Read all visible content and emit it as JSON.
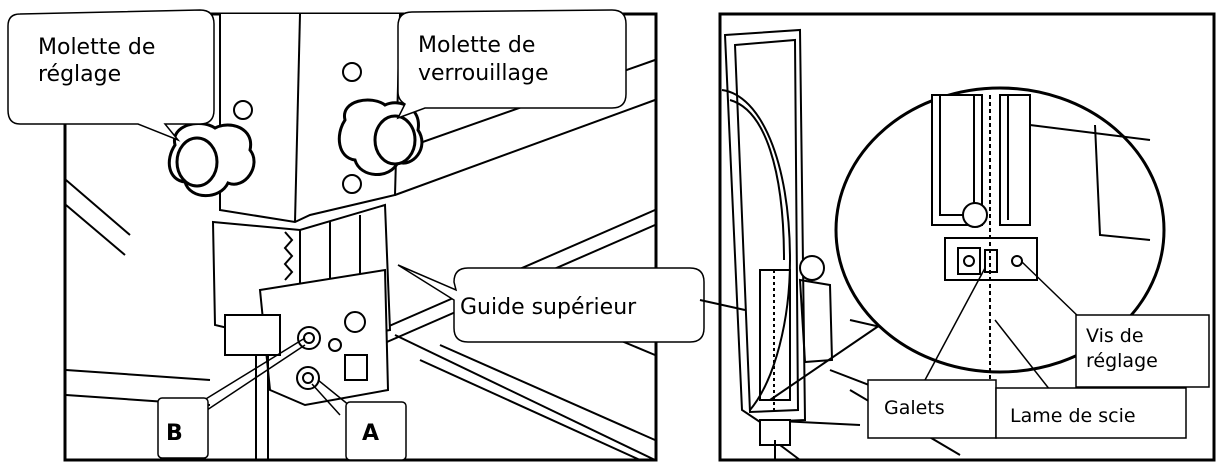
{
  "left_panel": {
    "callouts": {
      "adjust_knob": [
        "Molette de",
        "réglage"
      ],
      "lock_knob": [
        "Molette de",
        "verrouillage"
      ],
      "upper_guide": "Guide supérieur"
    },
    "markers": {
      "a": "A",
      "b": "B"
    }
  },
  "right_panel": {
    "callouts": {
      "adjust_screw": [
        "Vis de",
        "réglage"
      ],
      "rollers": "Galets",
      "saw_blade": "Lame de scie"
    }
  }
}
